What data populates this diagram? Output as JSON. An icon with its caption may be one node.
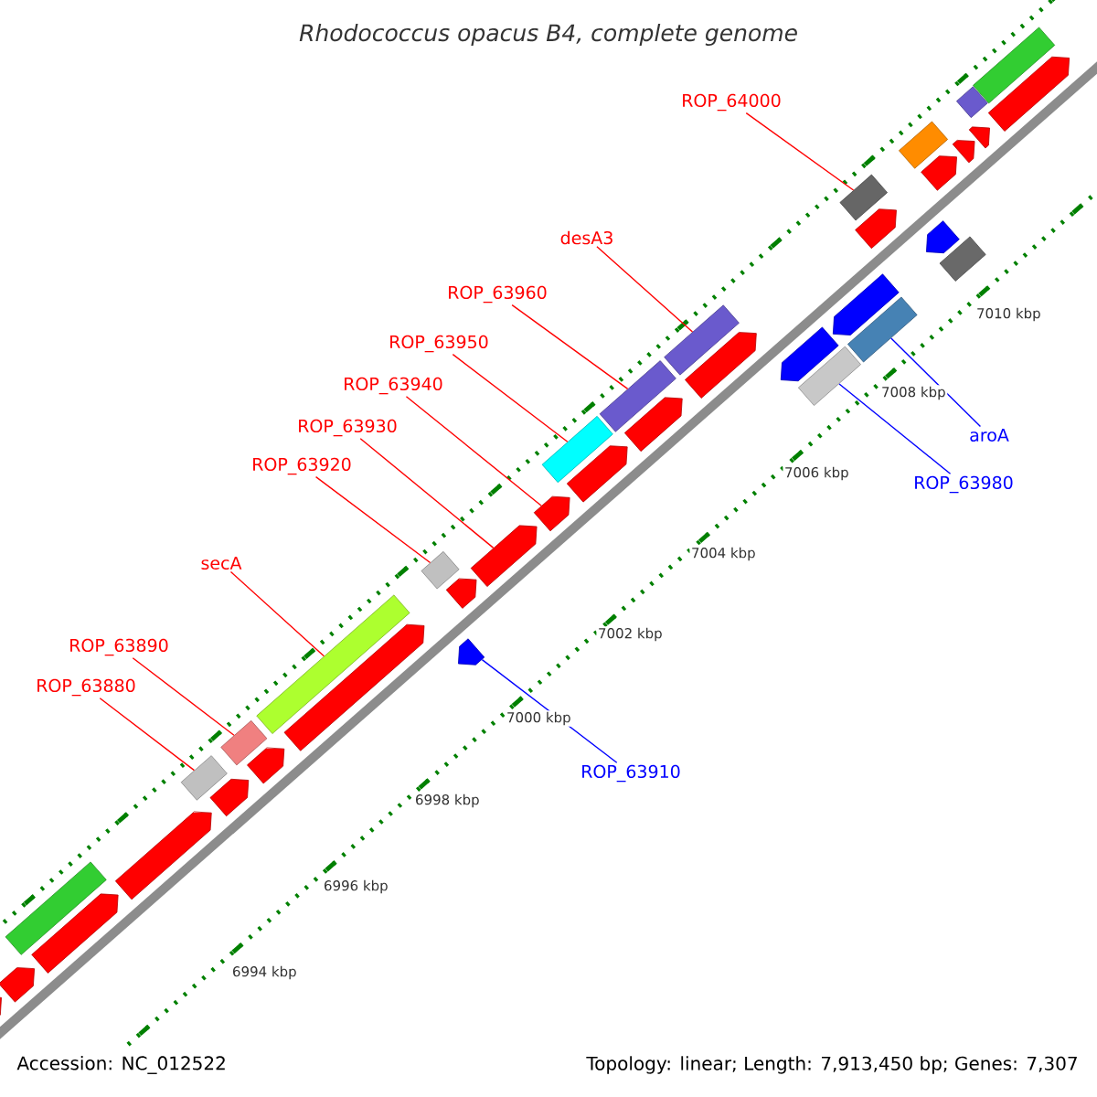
{
  "diagram": {
    "title": "Rhodococcus opacus B4, complete genome",
    "nodes": [
      {
        "text": [
          "ROP_64000"
        ]
      },
      {
        "text": [
          "desA3"
        ]
      },
      {
        "text": [
          "ROP_63960"
        ]
      },
      {
        "text": [
          "ROP_63950"
        ]
      },
      {
        "text": [
          "ROP_63940"
        ]
      },
      {
        "text": [
          "ROP_63930"
        ]
      },
      {
        "text": [
          "aroA"
        ]
      },
      {
        "text": [
          "ROP_63920"
        ]
      },
      {
        "text": [
          "ROP_63980"
        ]
      },
      {
        "text": [
          "secA"
        ]
      },
      {
        "text": [
          "ROP_63890"
        ]
      },
      {
        "text": [
          "ROP_63880"
        ]
      },
      {
        "text": [
          "ROP_63910"
        ]
      },
      {
        "text": [],
        "shape": "box"
      },
      {
        "text": [],
        "shape": "box"
      },
      {
        "text": [],
        "shape": "box"
      },
      {
        "text": [],
        "shape": "box"
      },
      {
        "text": [],
        "shape": "arrow"
      },
      {
        "text": [],
        "shape": "arrow"
      },
      {
        "text": [],
        "shape": "box"
      },
      {
        "text": [],
        "shape": "box"
      },
      {
        "text": [],
        "shape": "box"
      },
      {
        "text": [],
        "shape": "box"
      },
      {
        "text": [],
        "shape": "box"
      },
      {
        "text": [],
        "shape": "box"
      },
      {
        "text": [],
        "shape": "arrow"
      },
      {
        "text": [],
        "shape": "arrow"
      },
      {
        "text": [],
        "shape": "arrow"
      },
      {
        "text": [],
        "shape": "box"
      },
      {
        "text": [],
        "shape": "arrow"
      },
      {
        "text": [],
        "shape": "arrow"
      },
      {
        "text": [],
        "shape": "arrow"
      },
      {
        "text": [],
        "shape": "arrow"
      },
      {
        "text": [],
        "shape": "arrow"
      },
      {
        "text": [],
        "shape": "arrow"
      },
      {
        "text": [],
        "shape": "arrow"
      },
      {
        "text": [],
        "shape": "arrow"
      },
      {
        "text": [],
        "shape": "arrow"
      },
      {
        "text": [],
        "shape": "arrow"
      },
      {
        "text": [],
        "shape": "arrow"
      },
      {
        "text": [],
        "shape": "arrow"
      },
      {
        "text": [],
        "shape": "box"
      },
      {
        "text": [],
        "shape": "arrow"
      },
      {
        "text": [],
        "shape": "arrow"
      },
      {
        "text": [],
        "shape": "box"
      },
      {
        "text": [],
        "shape": "arrow"
      },
      {
        "text": [],
        "shape": "arrow"
      },
      {
        "text": [],
        "shape": "diamond"
      },
      {
        "text": [],
        "shape": "box"
      },
      {
        "text": [],
        "shape": "arrow"
      }
    ],
    "edges": [
      {
        "from": 0,
        "to": 13,
        "arrow": "none"
      },
      {
        "from": 1,
        "to": 14,
        "arrow": "none"
      },
      {
        "from": 2,
        "to": 15,
        "arrow": "none"
      },
      {
        "from": 3,
        "to": 16,
        "arrow": "none"
      },
      {
        "from": 4,
        "to": 17,
        "arrow": "none"
      },
      {
        "from": 5,
        "to": 18,
        "arrow": "none"
      },
      {
        "from": 6,
        "to": 19,
        "arrow": "none",
        "color": "#0000ff"
      },
      {
        "from": 7,
        "to": 20,
        "arrow": "none"
      },
      {
        "from": 8,
        "to": 21,
        "arrow": "none",
        "color": "#0000ff"
      },
      {
        "from": 9,
        "to": 22,
        "arrow": "none"
      },
      {
        "from": 10,
        "to": 23,
        "arrow": "none"
      },
      {
        "from": 11,
        "to": 24,
        "arrow": "none"
      },
      {
        "from": 12,
        "to": 25,
        "arrow": "none",
        "color": "#0000ff"
      }
    ],
    "labels": [
      "7010 kbp",
      "7008 kbp",
      "7006 kbp",
      "7004 kbp",
      "7002 kbp",
      "7000 kbp",
      "6998 kbp",
      "6996 kbp",
      "6994 kbp",
      "Accession: NC_012522",
      "Topology: linear; Length: 7,913,450 bp; Genes: 7,307"
    ]
  }
}
